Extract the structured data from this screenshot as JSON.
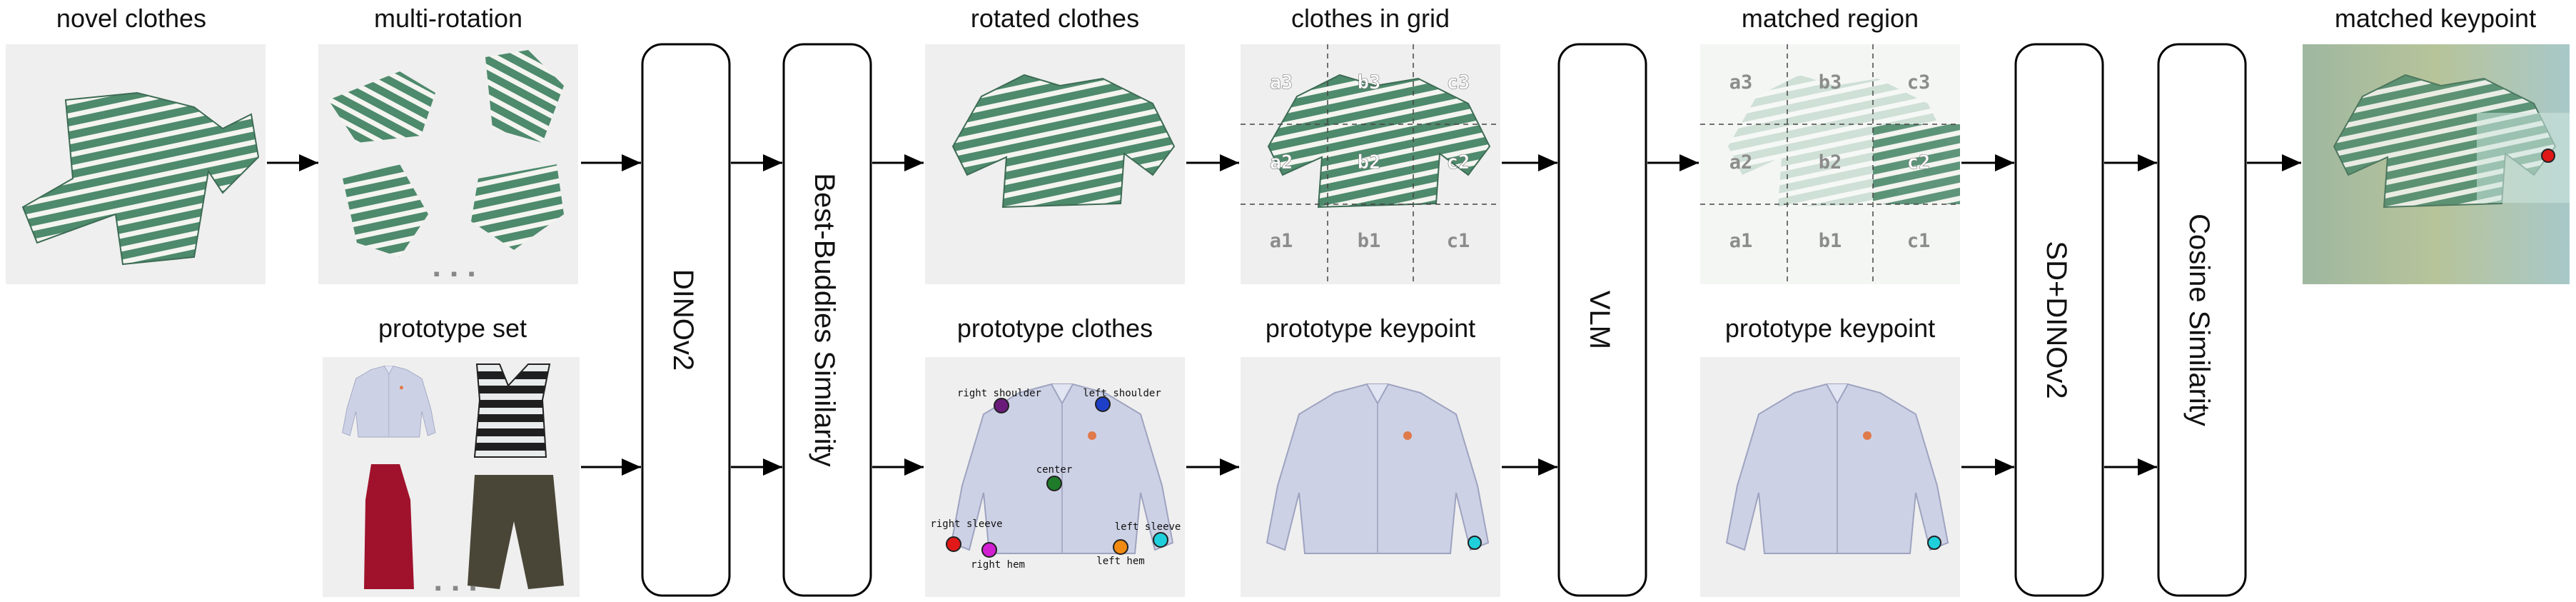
{
  "titles": {
    "novel_clothes": "novel clothes",
    "multi_rotation": "multi-rotation",
    "prototype_set": "prototype set",
    "rotated_clothes": "rotated clothes",
    "clothes_in_grid": "clothes in grid",
    "prototype_clothes": "prototype clothes",
    "prototype_keypoint_1": "prototype keypoint",
    "matched_region": "matched region",
    "prototype_keypoint_2": "prototype keypoint",
    "matched_keypoint": "matched keypoint"
  },
  "blocks": {
    "dinov2": "DINOv2",
    "best_buddies": "Best-Buddies Similarity",
    "vlm": "VLM",
    "sd_dinov2": "SD+DINOv2",
    "cosine": "Cosine Similarity"
  },
  "ellipsis": "▪ ▪ ▪",
  "grid_labels": [
    "a3",
    "b3",
    "c3",
    "a2",
    "b2",
    "c2",
    "a1",
    "b1",
    "c1"
  ],
  "keypoint_labels": {
    "right_shoulder": "right shoulder",
    "left_shoulder": "left shoulder",
    "center": "center",
    "right_sleeve": "right sleeve",
    "left_sleeve": "left sleeve",
    "right_hem": "right hem",
    "left_hem": "left hem"
  },
  "colors": {
    "stripe_green": "#4e8a6c",
    "shirt": "#cfd3e6",
    "right_shoulder": "#6a1b7a",
    "left_shoulder": "#1e3fc8",
    "center": "#1f7a2a",
    "right_sleeve": "#e01818",
    "left_sleeve": "#1fd0dc",
    "right_hem": "#d21fd2",
    "left_hem": "#f08a10",
    "matched_keypoint": "#e01818"
  }
}
